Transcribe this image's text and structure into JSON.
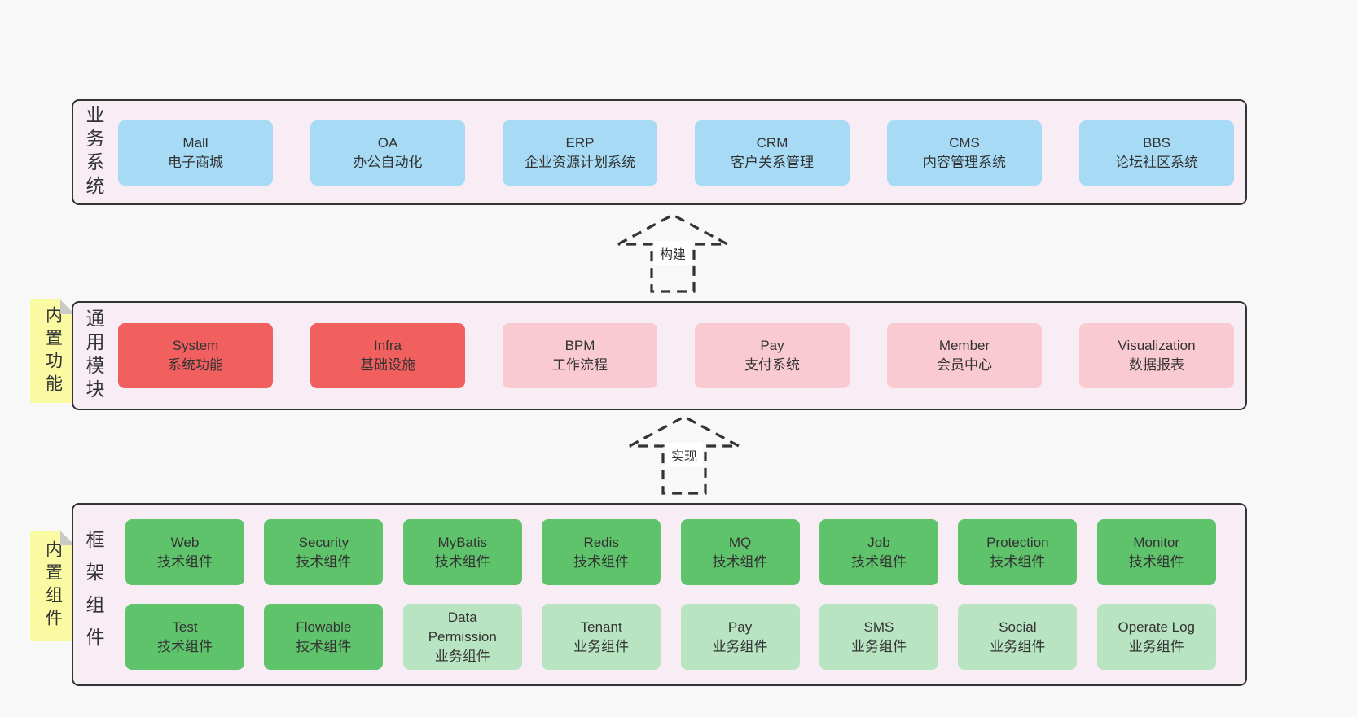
{
  "canvas": {
    "background": "#f8f8f8"
  },
  "colors": {
    "container_bg": "#f8edf5",
    "container_border": "#333333",
    "blue": "#a7dbf5",
    "red": "#f25f5f",
    "pink": "#facad3",
    "green": "#5fc36c",
    "lightgreen": "#b9e4c2",
    "note_yellow": "#fafaa3",
    "note_fold": "#c9c9c9",
    "text": "#333333"
  },
  "arrows": [
    {
      "label": "构建"
    },
    {
      "label": "实现"
    }
  ],
  "notes": [
    {
      "text": "内置功能"
    },
    {
      "text": "内置组件"
    }
  ],
  "layers": [
    {
      "label": "业务系统",
      "boxes": [
        {
          "en": "Mall",
          "zh": "电子商城",
          "variant": "blue"
        },
        {
          "en": "OA",
          "zh": "办公自动化",
          "variant": "blue"
        },
        {
          "en": "ERP",
          "zh": "企业资源计划系统",
          "variant": "blue"
        },
        {
          "en": "CRM",
          "zh": "客户关系管理",
          "variant": "blue"
        },
        {
          "en": "CMS",
          "zh": "内容管理系统",
          "variant": "blue"
        },
        {
          "en": "BBS",
          "zh": "论坛社区系统",
          "variant": "blue"
        }
      ]
    },
    {
      "label": "通用模块",
      "boxes": [
        {
          "en": "System",
          "zh": "系统功能",
          "variant": "red"
        },
        {
          "en": "Infra",
          "zh": "基础设施",
          "variant": "red"
        },
        {
          "en": "BPM",
          "zh": "工作流程",
          "variant": "pink"
        },
        {
          "en": "Pay",
          "zh": "支付系统",
          "variant": "pink"
        },
        {
          "en": "Member",
          "zh": "会员中心",
          "variant": "pink"
        },
        {
          "en": "Visualization",
          "zh": "数据报表",
          "variant": "pink"
        }
      ]
    },
    {
      "label": "框架组件",
      "rows": [
        [
          {
            "en": "Web",
            "zh": "技术组件",
            "variant": "green"
          },
          {
            "en": "Security",
            "zh": "技术组件",
            "variant": "green"
          },
          {
            "en": "MyBatis",
            "zh": "技术组件",
            "variant": "green"
          },
          {
            "en": "Redis",
            "zh": "技术组件",
            "variant": "green"
          },
          {
            "en": "MQ",
            "zh": "技术组件",
            "variant": "green"
          },
          {
            "en": "Job",
            "zh": "技术组件",
            "variant": "green"
          },
          {
            "en": "Protection",
            "zh": "技术组件",
            "variant": "green"
          },
          {
            "en": "Monitor",
            "zh": "技术组件",
            "variant": "green"
          }
        ],
        [
          {
            "en": "Test",
            "zh": "技术组件",
            "variant": "green"
          },
          {
            "en": "Flowable",
            "zh": "技术组件",
            "variant": "green"
          },
          {
            "en": "Data Permission",
            "zh": "业务组件",
            "variant": "lightgreen"
          },
          {
            "en": "Tenant",
            "zh": "业务组件",
            "variant": "lightgreen"
          },
          {
            "en": "Pay",
            "zh": "业务组件",
            "variant": "lightgreen"
          },
          {
            "en": "SMS",
            "zh": "业务组件",
            "variant": "lightgreen"
          },
          {
            "en": "Social",
            "zh": "业务组件",
            "variant": "lightgreen"
          },
          {
            "en": "Operate Log",
            "zh": "业务组件",
            "variant": "lightgreen"
          }
        ]
      ]
    }
  ]
}
